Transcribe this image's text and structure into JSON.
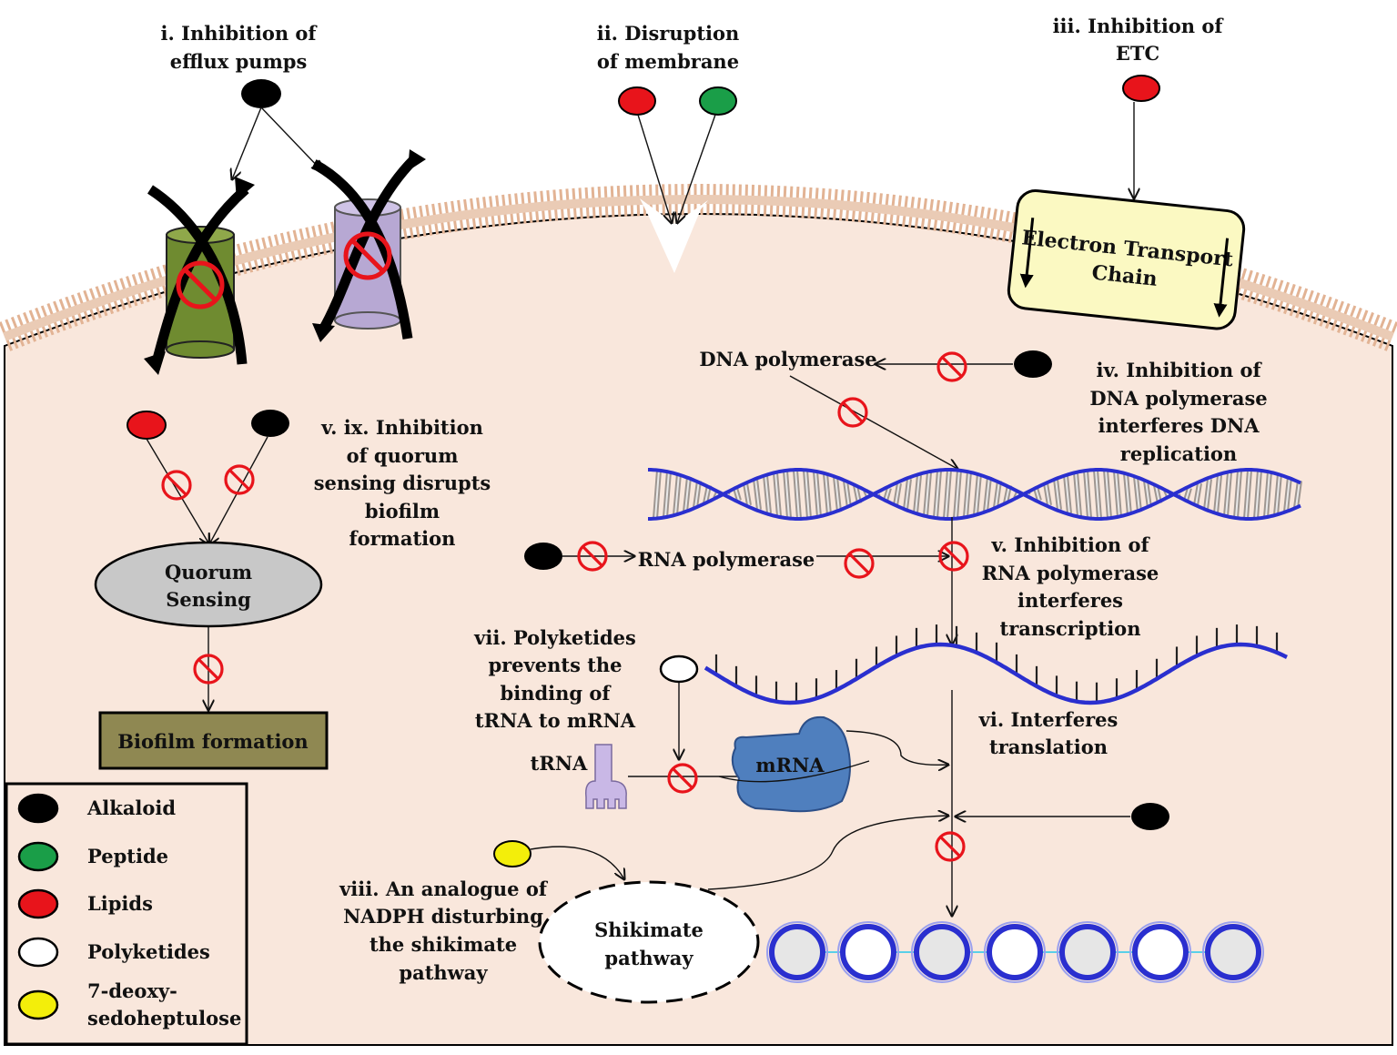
{
  "colors": {
    "cell_fill": "#f9e7dc",
    "membrane": "#e2b394",
    "alkaloid": "#000000",
    "peptide": "#1a9e48",
    "lipids": "#e8141b",
    "polyketides": "#ffffff",
    "deoxy": "#f3ee0a",
    "inhibit": "#e8141b",
    "dna": "#2a2fcf",
    "pump_green": "#6f8b30",
    "pump_purple": "#b7a8d3",
    "etc_fill": "#fbf9c2",
    "quorum_fill": "#c8c8c8",
    "biofilm_fill": "#8f8852",
    "mrna_fill": "#4f7fbe",
    "trna_fill": "#c9b8e6"
  },
  "labels": {
    "efflux": [
      "i. Inhibition of",
      "efflux pumps"
    ],
    "membrane": [
      "ii. Disruption",
      "of membrane"
    ],
    "etc_title": [
      "iii. Inhibition of",
      "ETC"
    ],
    "etc_box": [
      "Electron Transport",
      "Chain"
    ],
    "dna_pol": "DNA polymerase",
    "dna_inhib": [
      "iv. Inhibition of",
      "DNA polymerase",
      "interferes DNA",
      "replication"
    ],
    "quorum_inhib": [
      "v. ix. Inhibition",
      "of quorum",
      "sensing disrupts",
      "biofilm",
      "formation"
    ],
    "quorum": [
      "Quorum",
      "Sensing"
    ],
    "biofilm": "Biofilm formation",
    "rna_pol": "RNA polymerase",
    "rna_inhib": [
      "v. Inhibition of",
      "RNA polymerase",
      "interferes",
      "transcription"
    ],
    "polyketides": [
      "vii. Polyketides",
      "prevents the",
      "binding of",
      "tRNA to mRNA"
    ],
    "trna": "tRNA",
    "mrna": "mRNA",
    "translation": [
      "vi. Interferes",
      "translation"
    ],
    "shikimate_inhib": [
      "viii. An analogue of",
      "NADPH disturbing",
      "the shikimate",
      "pathway"
    ],
    "shikimate": [
      "Shikimate",
      "pathway"
    ]
  },
  "legend": [
    {
      "label": "Alkaloid",
      "color": "#000000"
    },
    {
      "label": "Peptide",
      "color": "#1a9e48"
    },
    {
      "label": "Lipids",
      "color": "#e8141b"
    },
    {
      "label": "Polyketides",
      "color": "#ffffff"
    },
    {
      "label": "7-deoxy-\nsedoheptulose",
      "color": "#f3ee0a"
    }
  ]
}
